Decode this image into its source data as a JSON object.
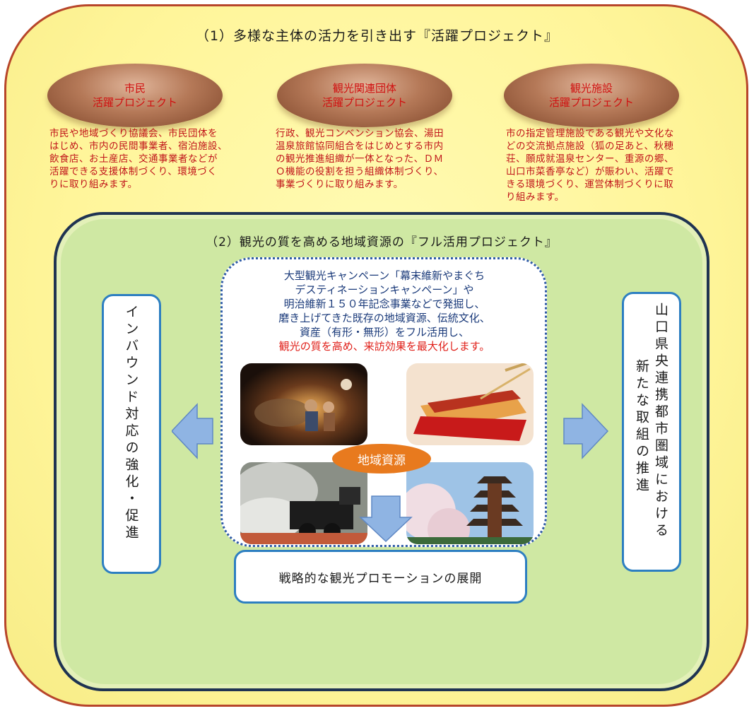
{
  "top": {
    "title": "（1）多様な主体の活力を引き出す『活躍プロジェクト』",
    "projects": [
      {
        "label_line1": "市民",
        "label_line2": "活躍プロジェクト",
        "desc": [
          "市民や地域づくり協議会、市民団体を",
          "はじめ、市内の民間事業者、宿泊施設、",
          "飲食店、お土産店、交通事業者などが",
          "活躍できる支援体制づくり、環境づく",
          "りに取り組みます。"
        ]
      },
      {
        "label_line1": "観光関連団体",
        "label_line2": "活躍プロジェクト",
        "desc": [
          "行政、観光コンベンション協会、湯田",
          "温泉旅館協同組合をはじめとする市内",
          "の観光推進組織が一体となった、ＤＭ",
          "Ｏ機能の役割を担う組織体制づくり、",
          "事業づくりに取り組みます。"
        ]
      },
      {
        "label_line1": "観光施設",
        "label_line2": "活躍プロジェクト",
        "desc": [
          "市の指定管理施設である観光や文化な",
          "どの交流拠点施設（狐の足あと、秋穂",
          "荘、願成就温泉センター、重源の郷、",
          "山口市菜香亭など）が賑わい、活躍で",
          "きる環境づくり、運営体制づくりに取",
          "り組みます。"
        ]
      }
    ]
  },
  "inner": {
    "title": "（2）観光の質を高める地域資源の『フル活用プロジェクト』",
    "center_text": [
      "大型観光キャンペーン「幕末維新やまぐち",
      "デスティネーションキャンペーン」や",
      "明治維新１５０年記念事業などで発掘し、",
      "磨き上げてきた既存の地域資源、伝統文化、",
      "資産（有形・無形）をフル活用し、"
    ],
    "center_text_red": "観光の質を高め、来訪効果を最大化します。",
    "badge": "地域資源",
    "left_box": "インバウンド対応の強化・促進",
    "right_box_col1": "山口県央連携都市圏域における",
    "right_box_col2": "新たな取組の推進",
    "bottom_box": "戦略的な観光プロモーションの展開"
  },
  "colors": {
    "outer_border": "#b7452a",
    "outer_fill": "#fff59a",
    "inner_border": "#1f3352",
    "inner_fill": "#cfe8a3",
    "red_text": "#c0141a",
    "box_border": "#2d7fc1",
    "arrow_fill": "#8fb4e3",
    "badge_fill": "#e87a1e"
  },
  "icons": [
    "arrow-left-icon",
    "arrow-right-icon",
    "arrow-down-icon"
  ],
  "photos": [
    "night-gathering-photo",
    "wagashi-sweets-photo",
    "steam-locomotive-photo",
    "pagoda-cherry-blossom-photo"
  ]
}
